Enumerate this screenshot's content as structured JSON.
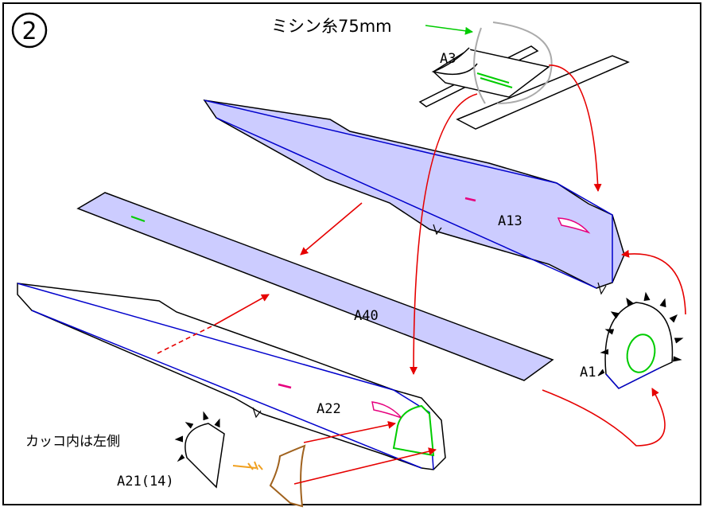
{
  "step_number": "2",
  "thread_note": "ミシン糸75mm",
  "side_note": "カッコ内は左側",
  "parts": {
    "a3": "A3",
    "a13": "A13",
    "a40": "A40",
    "a1": "A1",
    "a22": "A22",
    "a21": "A21(14)"
  },
  "colors": {
    "panel_fill": "#ccccff",
    "outline": "#000000",
    "fold_line": "#0000cc",
    "arrow": "#e60000",
    "green_mark": "#00cc00",
    "pink_mark": "#e6007e",
    "brown_part": "#a0621e",
    "orange_part": "#f0a020",
    "thread": "#aaaaaa"
  }
}
